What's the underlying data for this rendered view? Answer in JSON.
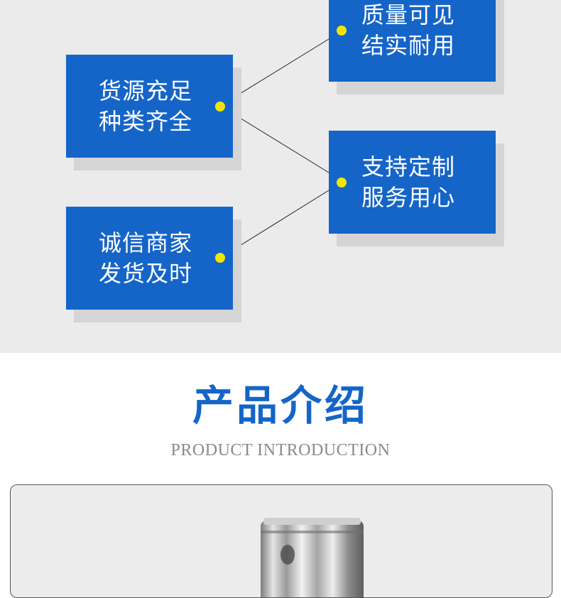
{
  "features": {
    "left_top": [
      "货源充足",
      "种类齐全"
    ],
    "left_bottom": [
      "诚信商家",
      "发货及时"
    ],
    "right_top": [
      "质量可见",
      "结实耐用"
    ],
    "right_bottom": [
      "支持定制",
      "服务用心"
    ]
  },
  "intro": {
    "title": "产品介绍",
    "subtitle": "PRODUCT INTRODUCTION"
  },
  "colors": {
    "card_blue": "#1565c8",
    "dot_yellow": "#f2e600",
    "panel_gray": "#ebebeb"
  }
}
